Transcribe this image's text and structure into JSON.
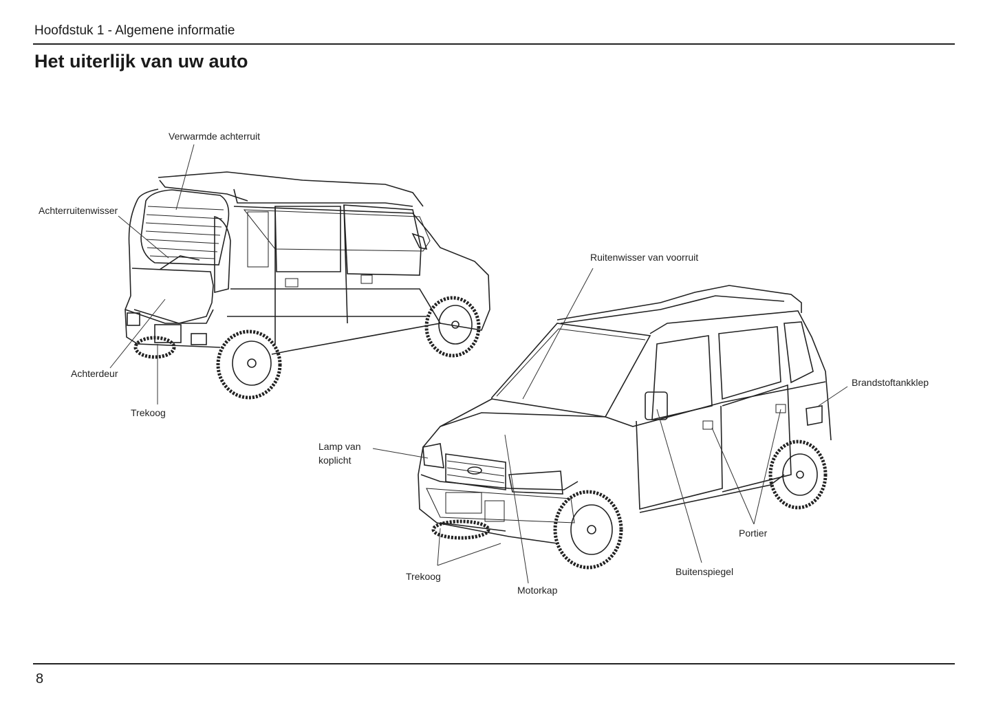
{
  "header": {
    "chapter": "Hoofdstuk 1 - Algemene informatie",
    "title": "Het uiterlijk van uw auto"
  },
  "labels": {
    "verwarmde_achterruit": "Verwarmde achterruit",
    "achterruitenwisser": "Achterruitenwisser",
    "achterdeur": "Achterdeur",
    "trekoog_rear": "Trekoog",
    "ruitenwisser_voorruit": "Ruitenwisser van voorruit",
    "brandstoftankklep": "Brandstoftankklep",
    "lamp_line1": "Lamp van",
    "lamp_line2": "koplicht",
    "trekoog_front": "Trekoog",
    "motorkap": "Motorkap",
    "buitenspiegel": "Buitenspiegel",
    "portier": "Portier"
  },
  "footer": {
    "page_number": "8"
  }
}
